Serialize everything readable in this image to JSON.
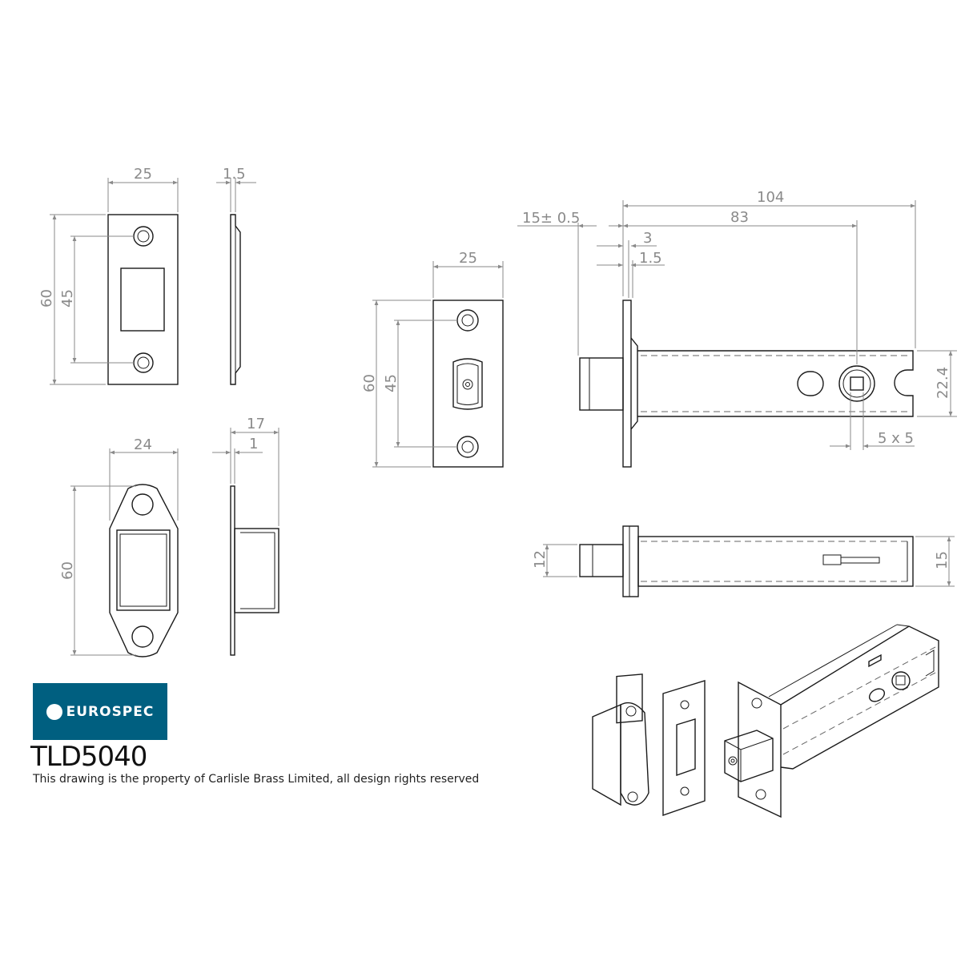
{
  "brand": {
    "name": "EUROSPEC",
    "color": "#005f80",
    "icon": "star-circle-icon"
  },
  "product_code": "TLD5040",
  "copyright_note": "This drawing is the property of Carlisle Brass Limited, all design rights reserved",
  "dimensions": {
    "strike_width": "25",
    "strike_thickness": "1.5",
    "strike_height": "60",
    "strike_hole_pitch": "45",
    "keep_width": "24",
    "keep_depth": "17",
    "keep_thickness": "1",
    "keep_height": "60",
    "forend_width": "25",
    "forend_height": "60",
    "forend_hole_pitch": "45",
    "overall_length": "104",
    "backset": "83",
    "bolt_projection": "15± 0.5",
    "forend_offset": "3",
    "forend_thickness": "1.5",
    "case_height": "22.4",
    "spindle": "5 x 5",
    "bolt_height": "12",
    "case_width": "15"
  }
}
